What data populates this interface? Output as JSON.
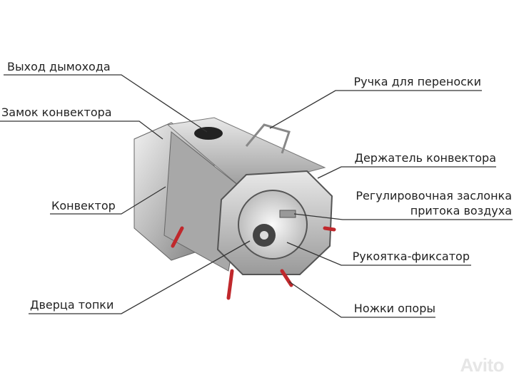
{
  "labels": {
    "chimney_outlet": "Выход дымохода",
    "convector_lock": "Замок конвектора",
    "convector": "Конвектор",
    "firebox_door": "Дверца топки",
    "carry_handle": "Ручка для переноски",
    "convector_holder": "Держатель конвектора",
    "air_damper_line1": "Регулировочная заслонка",
    "air_damper_line2": "притока воздуха",
    "lock_handle": "Рукоятка-фиксатор",
    "support_legs": "Ножки опоры"
  },
  "watermark": "Avito",
  "colors": {
    "legs": "#c0282c",
    "leader": "#333333"
  }
}
